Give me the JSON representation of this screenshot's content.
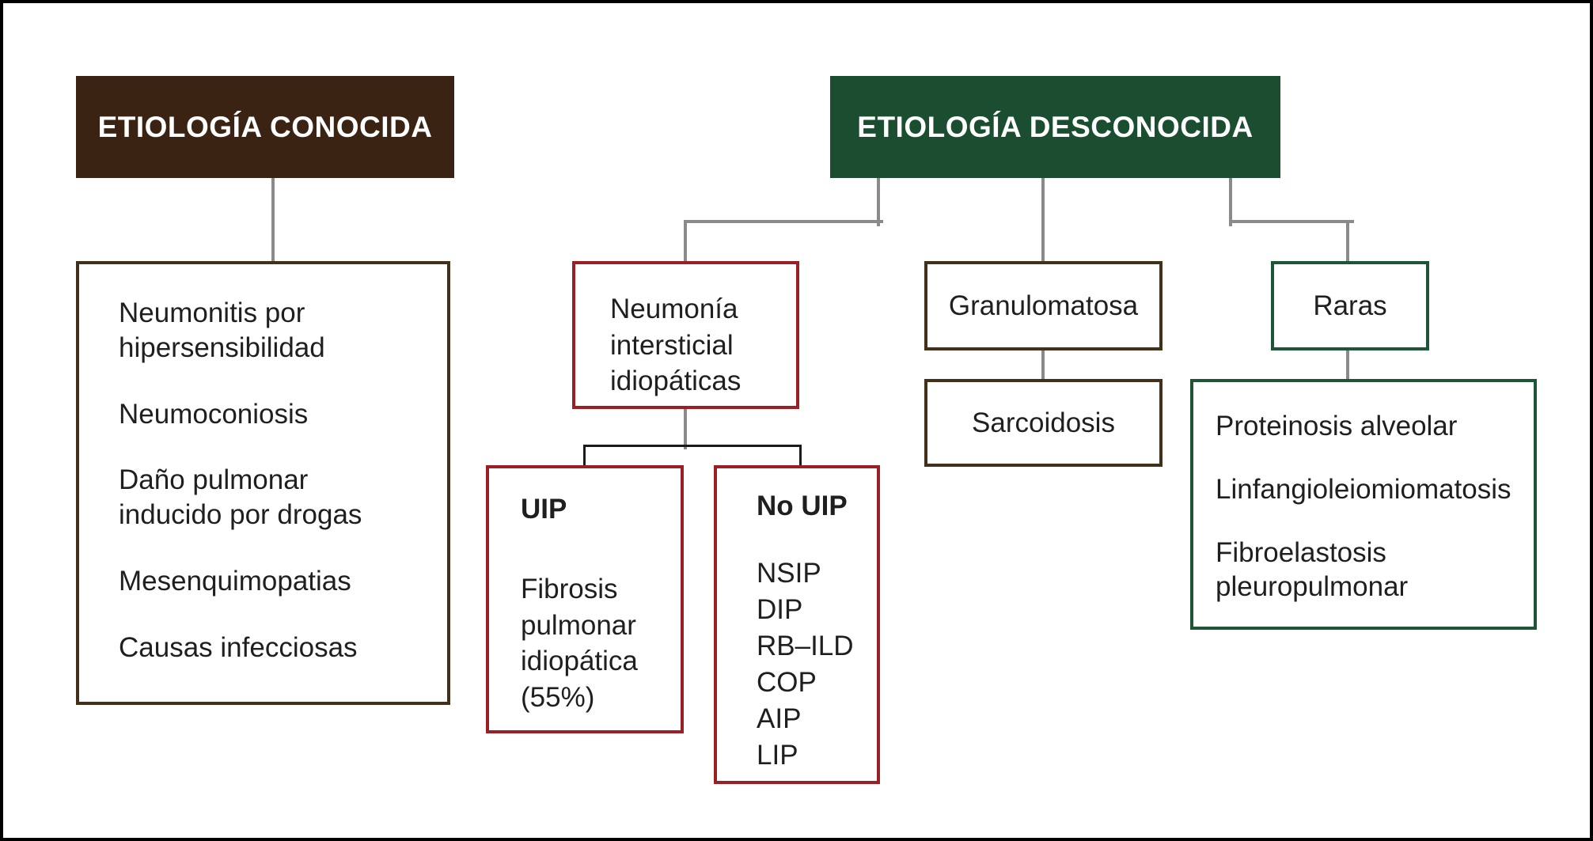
{
  "palette": {
    "brown_fill": "#3A2312",
    "green_fill": "#1B4E31",
    "brown_border": "#42301A",
    "red_border": "#9A2026",
    "green_border": "#1D5636",
    "connector_gray": "#8A8A8A",
    "connector_black": "#1A1A1A",
    "text": "#1F1F1F"
  },
  "known": {
    "header": "ETIOLOGÍA CONOCIDA",
    "items": [
      "Neumonitis por\nhipersensibilidad",
      "Neumoconiosis",
      "Daño pulmonar\ninducido por drogas",
      "Mesenquimopatias",
      "Causas infecciosas"
    ]
  },
  "unknown": {
    "header": "ETIOLOGÍA DESCONOCIDA",
    "nii_label": "Neumonía\nintersticial\nidiopáticas",
    "uip": {
      "title": "UIP",
      "body": "Fibrosis\npulmonar\nidiopática\n(55%)"
    },
    "no_uip": {
      "title": "No UIP",
      "items": [
        "NSIP",
        "DIP",
        "RB–ILD",
        "COP",
        "AIP",
        "LIP"
      ]
    },
    "granulomatosa_label": "Granulomatosa",
    "sarcoidosis_label": "Sarcoidosis",
    "raras_label": "Raras",
    "raras_items": [
      "Proteinosis alveolar",
      "Linfangioleiomiomatosis",
      "Fibroelastosis\npleuropulmonar"
    ]
  }
}
